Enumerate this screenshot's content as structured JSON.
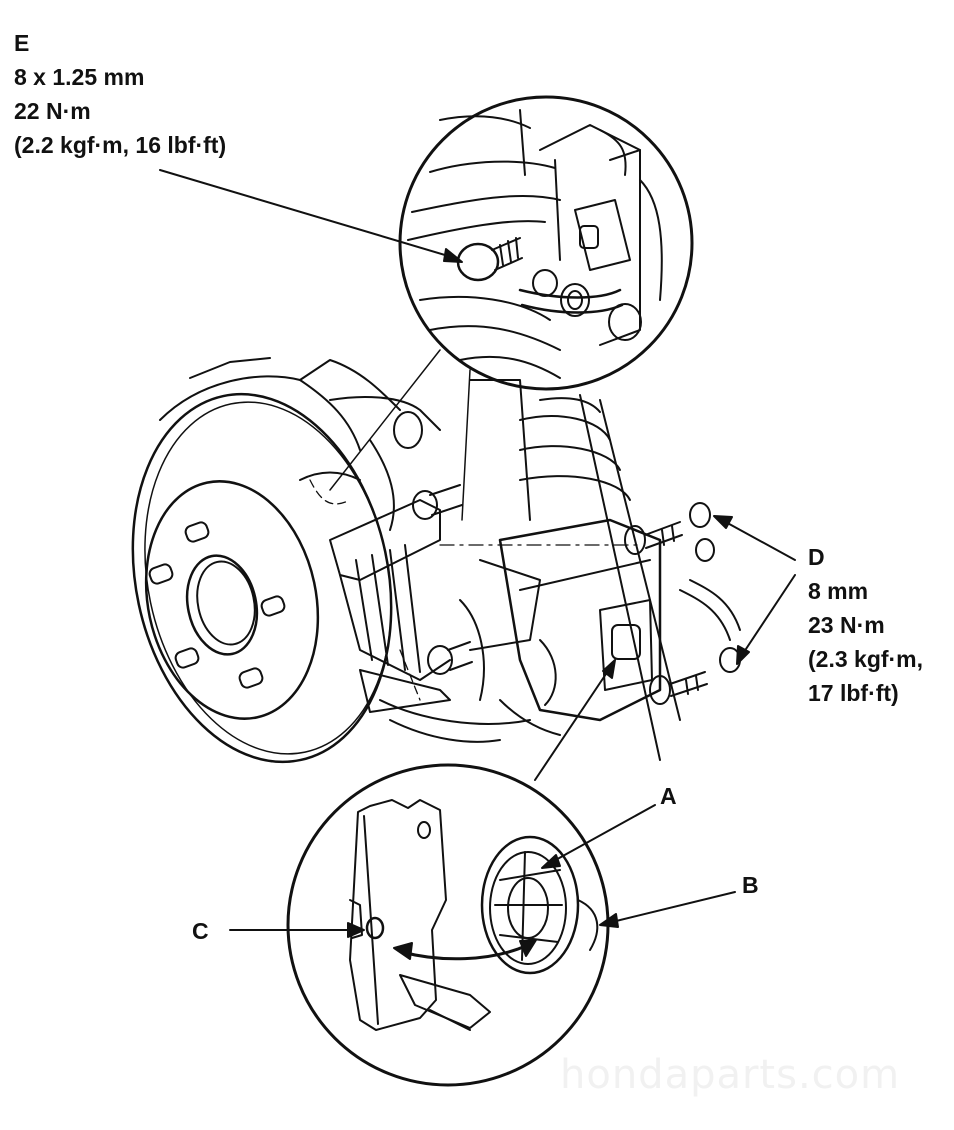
{
  "callouts": {
    "e": {
      "letter": "E",
      "lines": [
        "8 x 1.25 mm",
        "22 N·m",
        "(2.2 kgf·m, 16 lbf·ft)"
      ]
    },
    "d": {
      "letter": "D",
      "lines": [
        "8 mm",
        "23 N·m",
        "(2.3 kgf·m,",
        "17 lbf·ft)"
      ]
    },
    "a": "A",
    "b": "B",
    "c": "C"
  },
  "watermark": "hondaparts.com"
}
